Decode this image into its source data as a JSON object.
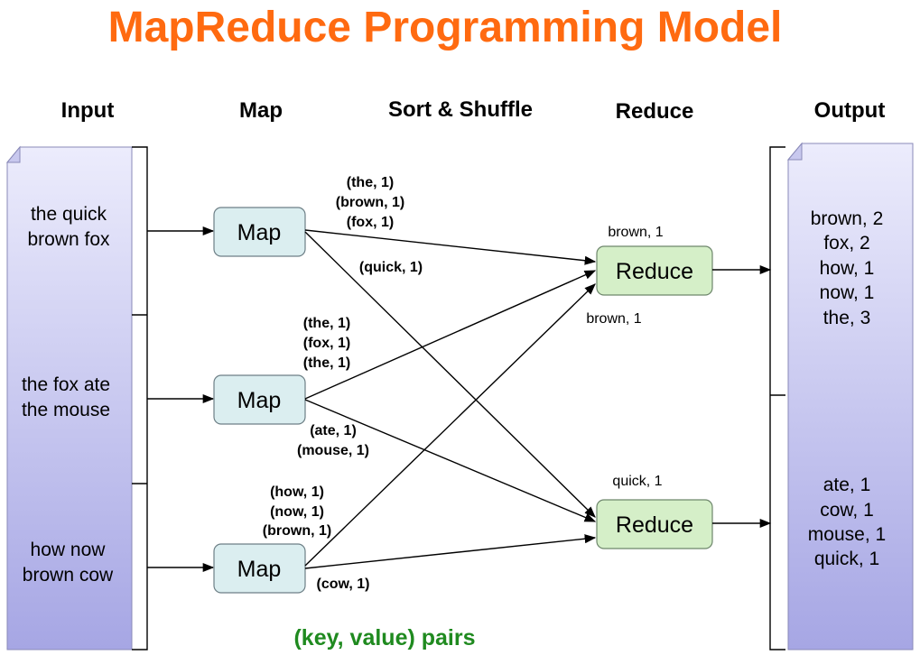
{
  "title": "MapReduce Programming Model",
  "columns": {
    "input": "Input",
    "map": "Map",
    "sort_shuffle": "Sort & Shuffle",
    "reduce": "Reduce",
    "output": "Output"
  },
  "inputs": [
    [
      "the quick",
      "brown fox"
    ],
    [
      "the fox ate",
      "the mouse"
    ],
    [
      "how now",
      "brown cow"
    ]
  ],
  "map_label": "Map",
  "reduce_label": "Reduce",
  "pairs": {
    "map1_top": [
      "(the, 1)",
      "(brown, 1)",
      "(fox, 1)"
    ],
    "map1_bottom": "(quick, 1)",
    "map2_top": [
      "(the, 1)",
      "(fox, 1)",
      "(the, 1)"
    ],
    "map2_bottom": [
      "(ate, 1)",
      "(mouse, 1)"
    ],
    "map3_top": [
      "(how, 1)",
      "(now, 1)",
      "(brown, 1)"
    ],
    "map3_bottom": "(cow, 1)"
  },
  "reduce_annotations": {
    "r1_top": "brown, 1",
    "r1_bottom": "brown, 1",
    "r2_top": "quick, 1"
  },
  "outputs": [
    [
      "brown, 2",
      "fox, 2",
      "how, 1",
      "now, 1",
      "the, 3"
    ],
    [
      "ate, 1",
      "cow, 1",
      "mouse, 1",
      "quick, 1"
    ]
  ],
  "caption": "(key, value) pairs",
  "colors": {
    "title": "#ff6a10",
    "caption": "#1f8a1f",
    "map_box": "#dbeef0",
    "reduce_box": "#d5efc8",
    "doc_top": "#e9e9fb",
    "doc_bottom": "#a8a8e6"
  }
}
